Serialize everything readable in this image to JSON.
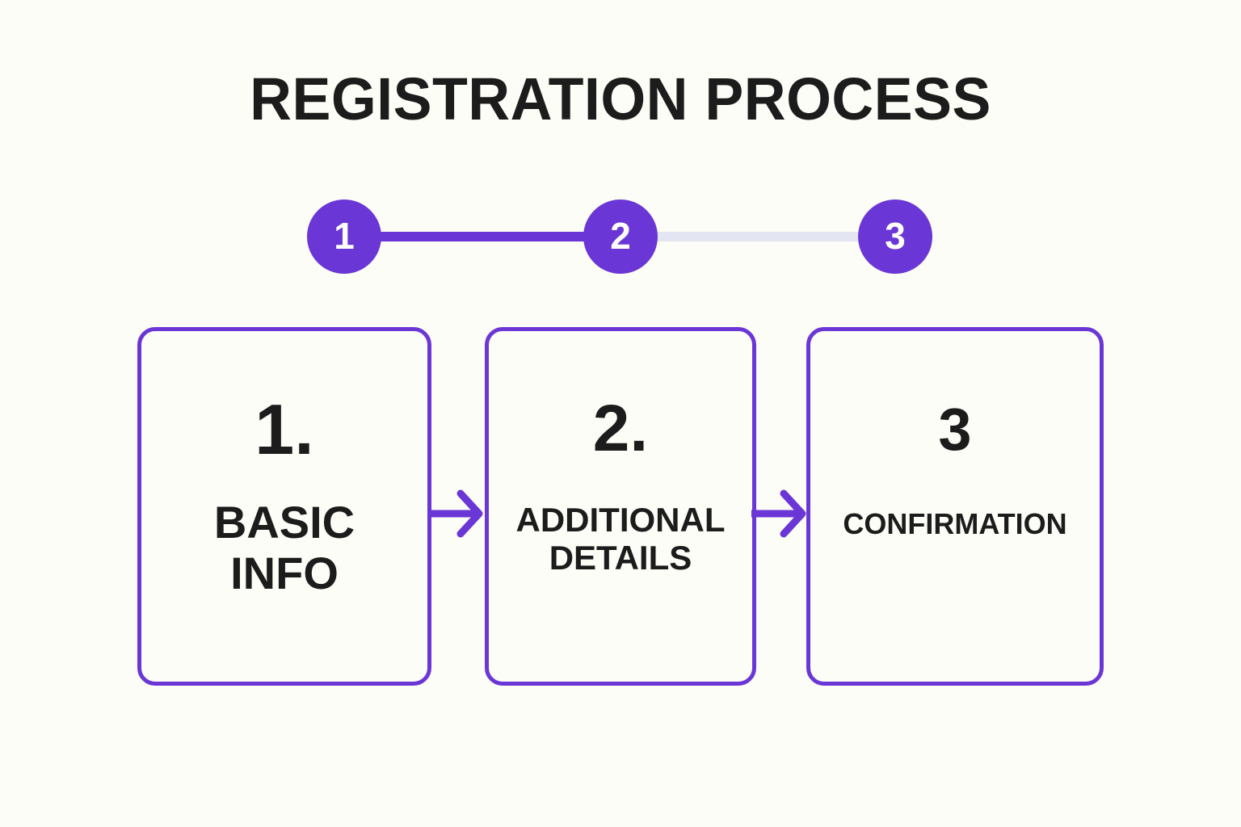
{
  "page": {
    "title": "REGISTRATION PROCESS",
    "background_color": "#fdfdf7",
    "accent_color": "#6b36d6",
    "inactive_color": "#e3e5f2",
    "text_color": "#1c1c1c"
  },
  "stepper": {
    "steps": [
      {
        "number": "1",
        "state": "complete"
      },
      {
        "number": "2",
        "state": "current"
      },
      {
        "number": "3",
        "state": "upcoming"
      }
    ],
    "connectors": [
      {
        "from": "1",
        "to": "2",
        "state": "active",
        "color": "#6b36d6"
      },
      {
        "from": "2",
        "to": "3",
        "state": "inactive",
        "color": "#e3e5f2"
      }
    ]
  },
  "cards": [
    {
      "number": "1.",
      "label": "BASIC\nINFO"
    },
    {
      "number": "2.",
      "label": "ADDITIONAL\nDETAILS"
    },
    {
      "number": "3",
      "label": "CONFIRMATION"
    }
  ],
  "arrows": [
    {
      "from": "card-1",
      "to": "card-2",
      "icon": "arrow-right-icon"
    },
    {
      "from": "card-2",
      "to": "card-3",
      "icon": "arrow-right-icon"
    }
  ]
}
